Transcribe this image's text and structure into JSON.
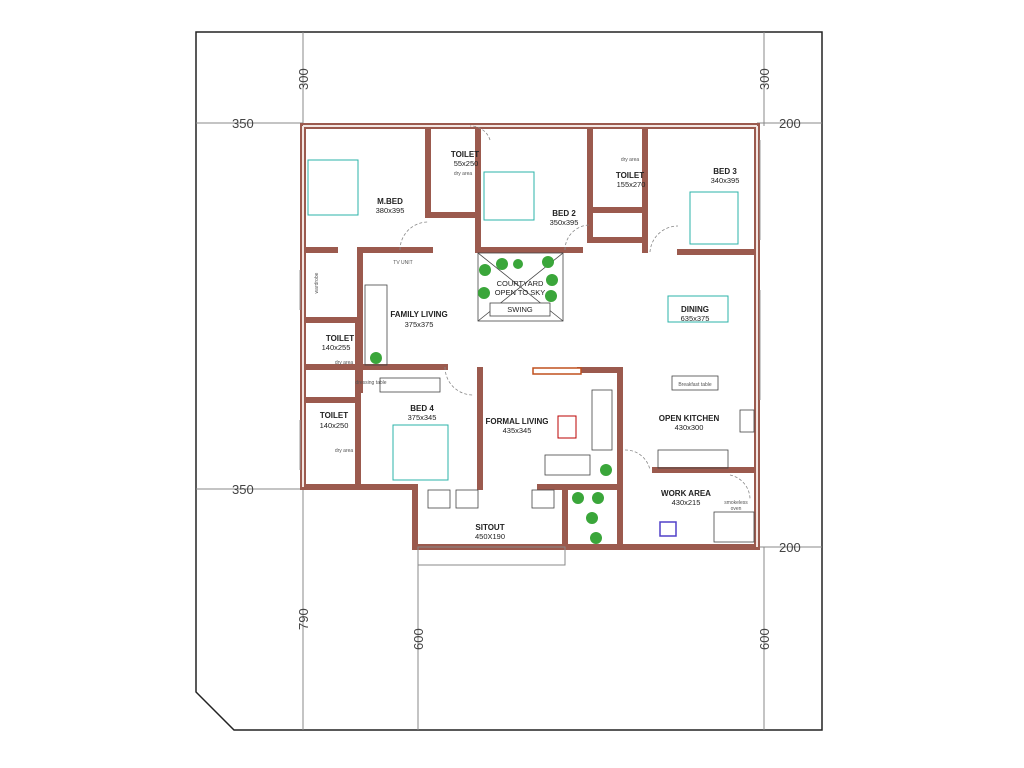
{
  "dimensions": {
    "top_left": "300",
    "top_right": "300",
    "left_upper": "350",
    "right_upper": "200",
    "left_lower": "350",
    "right_lower": "200",
    "left_bottom": "790",
    "bottom_left": "600",
    "bottom_right": "600"
  },
  "rooms": {
    "master_bed": {
      "name": "M.BED",
      "size": "380x395"
    },
    "toilet_1": {
      "name": "TOILET",
      "size": "55x250"
    },
    "bed_2": {
      "name": "BED 2",
      "size": "350x395"
    },
    "toilet_2": {
      "name": "TOILET",
      "size": "155x270"
    },
    "bed_3": {
      "name": "BED 3",
      "size": "340x395"
    },
    "courtyard": {
      "line1": "COURTYARD",
      "line2": "OPEN TO SKY",
      "swing": "SWING"
    },
    "family_living": {
      "name": "FAMILY LIVING",
      "size": "375x375"
    },
    "dining": {
      "name": "DINING",
      "size": "635x375"
    },
    "toilet_3": {
      "name": "TOILET",
      "size": "140x255"
    },
    "toilet_4": {
      "name": "TOILET",
      "size": "140x250"
    },
    "bed_4": {
      "name": "BED 4",
      "size": "375x345"
    },
    "formal_living": {
      "name": "FORMAL LIVING",
      "size": "435x345"
    },
    "open_kitchen": {
      "name": "OPEN KITCHEN",
      "size": "430x300"
    },
    "work_area": {
      "name": "WORK AREA",
      "size": "430x215"
    },
    "sitout": {
      "name": "SITOUT",
      "size": "450X190"
    }
  },
  "fixtures": {
    "tv_unit": "TV UNIT",
    "breakfast_table": "Breakfast table",
    "smokeless_oven_1": "smokeless",
    "smokeless_oven_2": "oven",
    "dry_area": "dry area",
    "wardrobe": "wardrobe",
    "dressing_table": "dressing table"
  },
  "colors": {
    "wall": "#9b5a4e",
    "furniture": "#2bb3a8",
    "plants": "#3aa63a"
  }
}
